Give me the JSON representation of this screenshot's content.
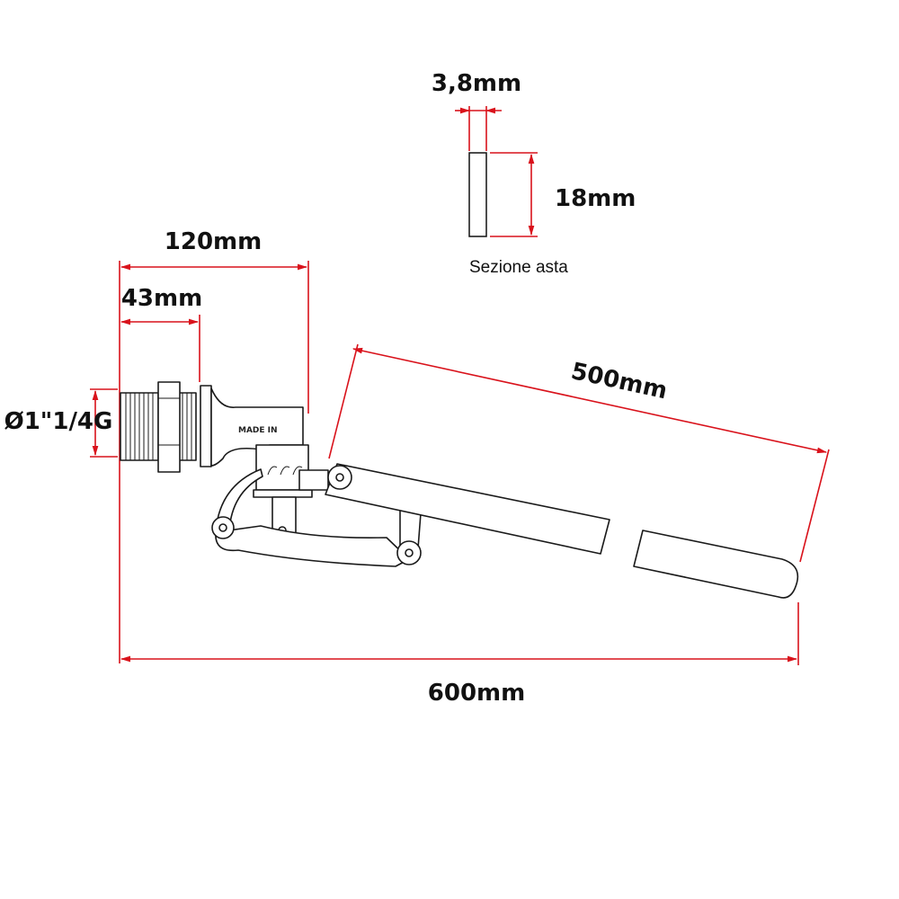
{
  "dimensions": {
    "rod_thickness": "3,8mm",
    "rod_height": "18mm",
    "section_caption": "Sezione asta",
    "body_length": "120mm",
    "thread_length": "43mm",
    "thread_diameter": "Ø1\"1/4G",
    "rod_length": "500mm",
    "total_length": "600mm"
  },
  "part_marking": "MADE IN",
  "colors": {
    "dimension_line": "#d9121b",
    "outline": "#1a1a1a"
  }
}
